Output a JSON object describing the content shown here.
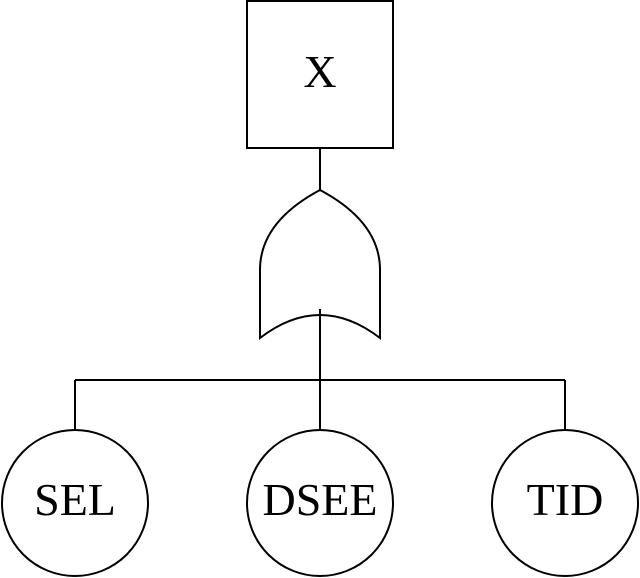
{
  "diagram": {
    "type": "fault-tree",
    "top_event": {
      "label": "X"
    },
    "gate": {
      "type": "OR"
    },
    "basic_events": [
      {
        "label": "SEL"
      },
      {
        "label": "DSEE"
      },
      {
        "label": "TID"
      }
    ]
  }
}
